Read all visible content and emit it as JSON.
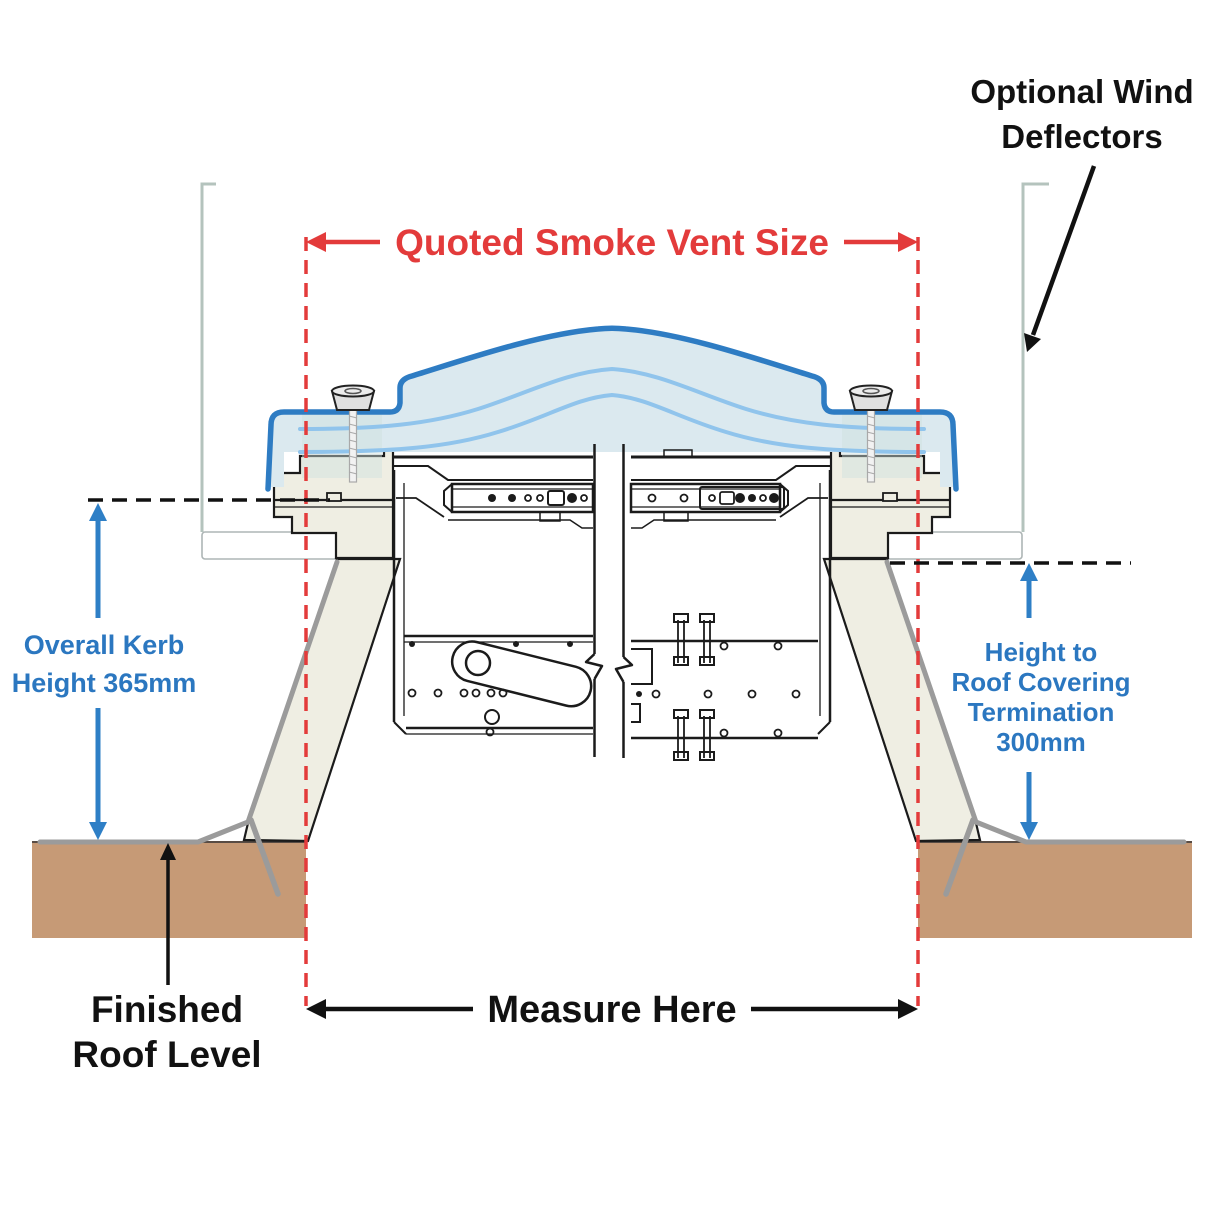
{
  "labels": {
    "quoted_size": "Quoted Smoke Vent Size",
    "wind_deflectors_line1": "Optional Wind",
    "wind_deflectors_line2": "Deflectors",
    "kerb_height_line1": "Overall Kerb",
    "kerb_height_line2": "Height 365mm",
    "termination_line1": "Height to",
    "termination_line2": "Roof Covering",
    "termination_line3": "Termination",
    "termination_line4": "300mm",
    "roof_level_line1": "Finished",
    "roof_level_line2": "Roof Level",
    "measure_here": "Measure Here"
  },
  "measurements": {
    "overall_kerb_height_mm": 365,
    "roof_covering_termination_mm": 300
  },
  "colors": {
    "red": "#e33b3b",
    "blueArrow": "#2e7fc6",
    "blueText": "#2b77c0",
    "domeBlue": "#2e7cc3",
    "domeLight": "#90c4ec",
    "domeFill": "#dbe9ef",
    "cream": "#efeee3",
    "brown": "#c69a76",
    "flashGrey": "#9b9b9b",
    "deflectorGrey": "#b4c3bd",
    "ink": "#1b1b1b"
  }
}
